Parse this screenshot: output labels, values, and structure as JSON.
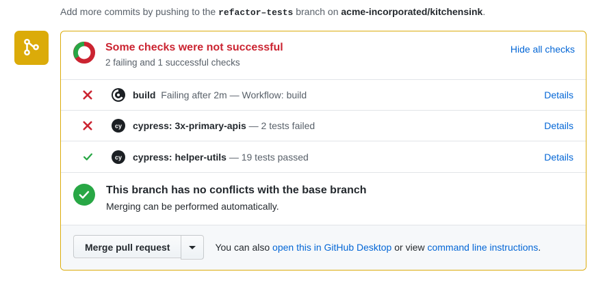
{
  "push_notice": {
    "prefix": "Add more commits by pushing to the ",
    "branch": "refactor–tests",
    "middle": " branch on ",
    "repo": "acme-incorporated/kitchensink",
    "suffix": "."
  },
  "timeline_badge": {
    "icon": "git-branch-icon",
    "color": "#dbab09"
  },
  "status": {
    "title": "Some checks were not successful",
    "subtitle": "2 failing and 1 successful checks",
    "toggle_label": "Hide all checks",
    "title_color": "#cb2431",
    "donut": {
      "failing_color": "#cb2431",
      "success_color": "#28a745",
      "failing_fraction": 0.66,
      "success_fraction": 0.34
    }
  },
  "checks": [
    {
      "state": "failure",
      "state_icon": "x-icon",
      "avatar_icon": "github-actions-icon",
      "context": "build",
      "description": "Failing after 2m — Workflow: build",
      "details_label": "Details"
    },
    {
      "state": "failure",
      "state_icon": "x-icon",
      "avatar_icon": "cypress-icon",
      "context": "cypress: 3x-primary-apis",
      "description": "— 2 tests failed",
      "details_label": "Details"
    },
    {
      "state": "success",
      "state_icon": "check-icon",
      "avatar_icon": "cypress-icon",
      "context": "cypress: helper-utils",
      "description": "— 19 tests passed",
      "details_label": "Details"
    }
  ],
  "conflicts": {
    "icon": "check-circle-icon",
    "icon_color": "#28a745",
    "title": "This branch has no conflicts with the base branch",
    "subtitle": "Merging can be performed automatically."
  },
  "footer": {
    "merge_label": "Merge pull request",
    "caret_icon": "chevron-down-icon",
    "text_prefix": "You can also ",
    "link_desktop": "open this in GitHub Desktop",
    "text_middle": " or view ",
    "link_cli": "command line instructions",
    "text_suffix": "."
  },
  "colors": {
    "box_border": "#dbab09",
    "link": "#0366d6",
    "danger": "#cb2431",
    "success": "#28a745",
    "muted_text": "#586069",
    "footer_bg": "#f6f8fa"
  }
}
